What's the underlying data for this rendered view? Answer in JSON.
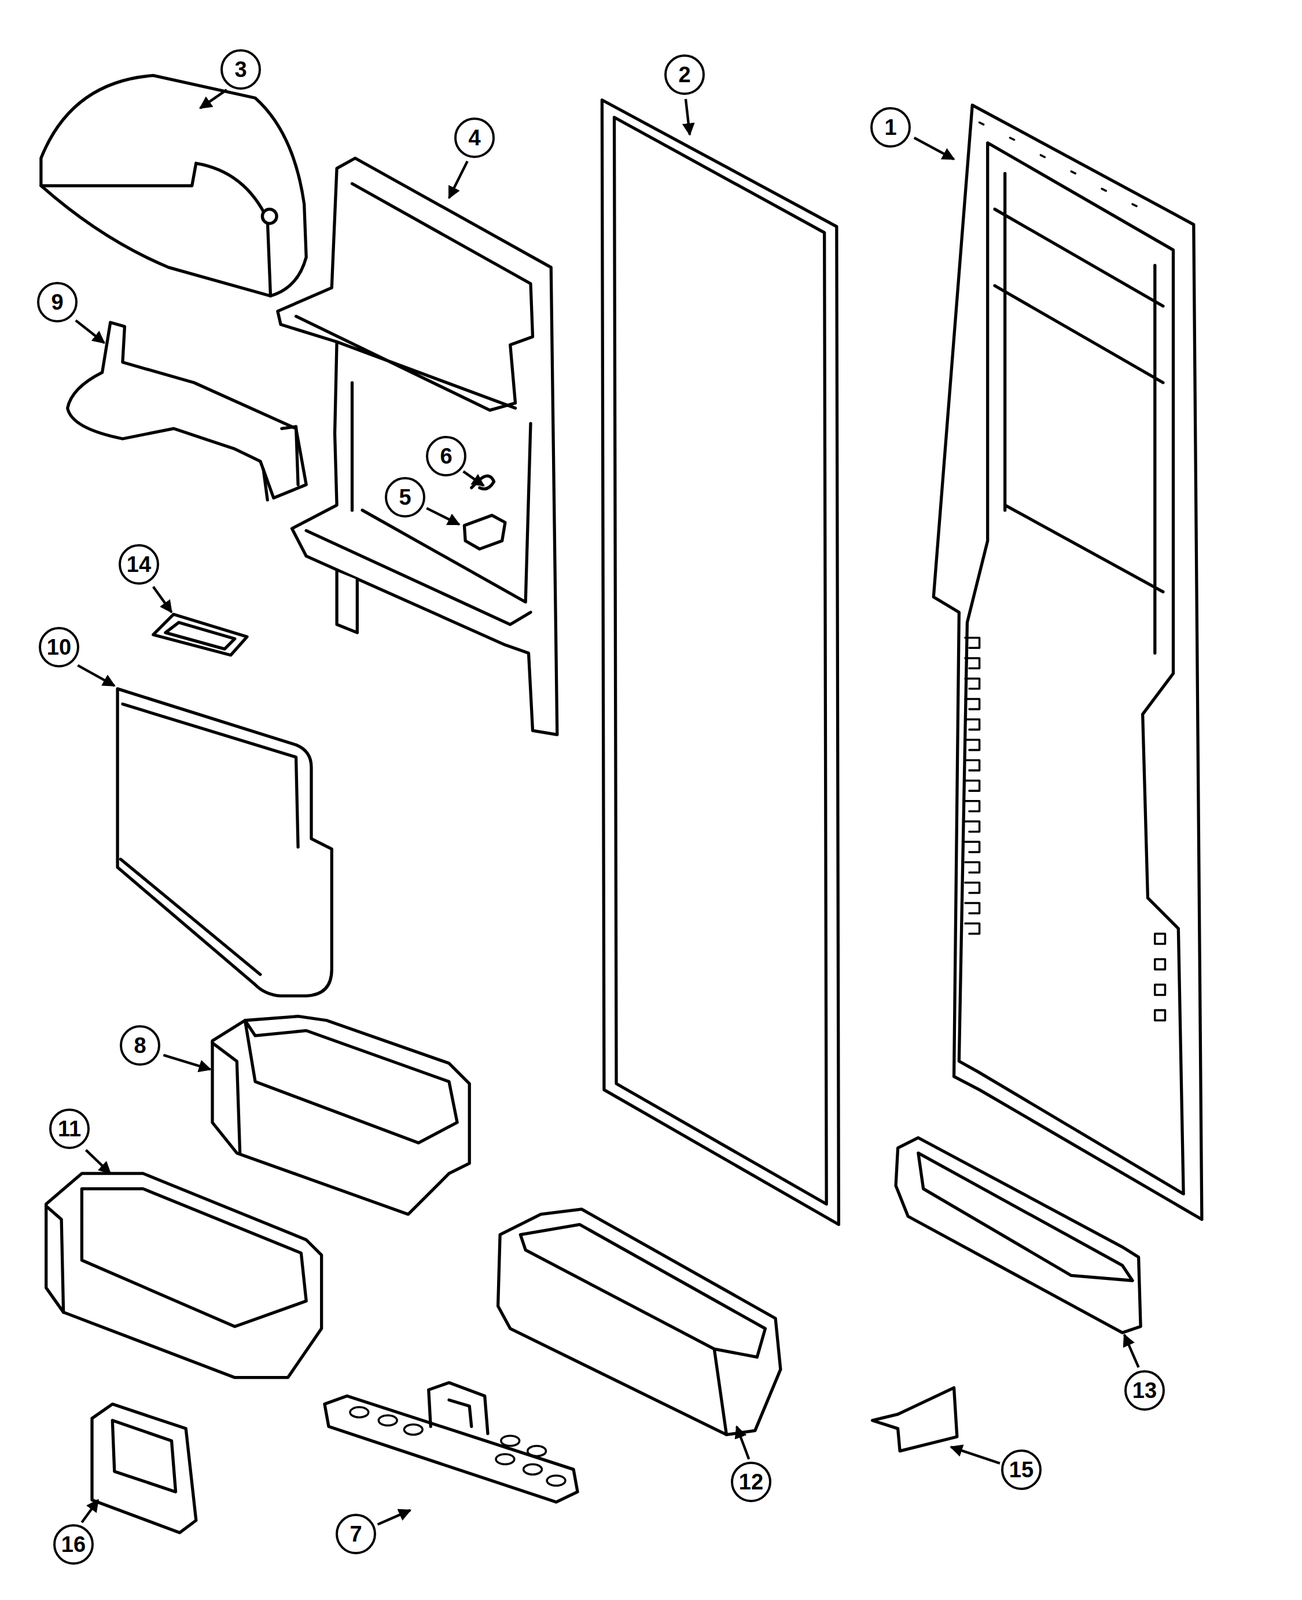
{
  "diagram": {
    "labels": [
      "3",
      "2",
      "4",
      "1",
      "9",
      "6",
      "5",
      "14",
      "10",
      "8",
      "11",
      "13",
      "12",
      "15",
      "7",
      "16"
    ]
  }
}
